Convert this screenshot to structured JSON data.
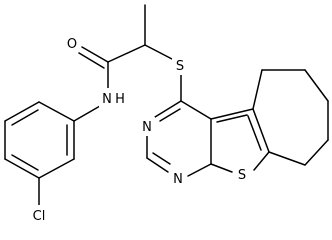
{
  "atoms": {
    "oxygen": "O",
    "amide_nitrogen": "N",
    "amide_hydrogen": "H",
    "sulfur_thioether": "S",
    "sulfur_thiophene": "S",
    "chlorine": "Cl",
    "pyrimidine_n3": "N",
    "pyrimidine_n1": "N"
  },
  "colors": {
    "bond": "#000000",
    "label": "#000000",
    "background": "#ffffff"
  }
}
